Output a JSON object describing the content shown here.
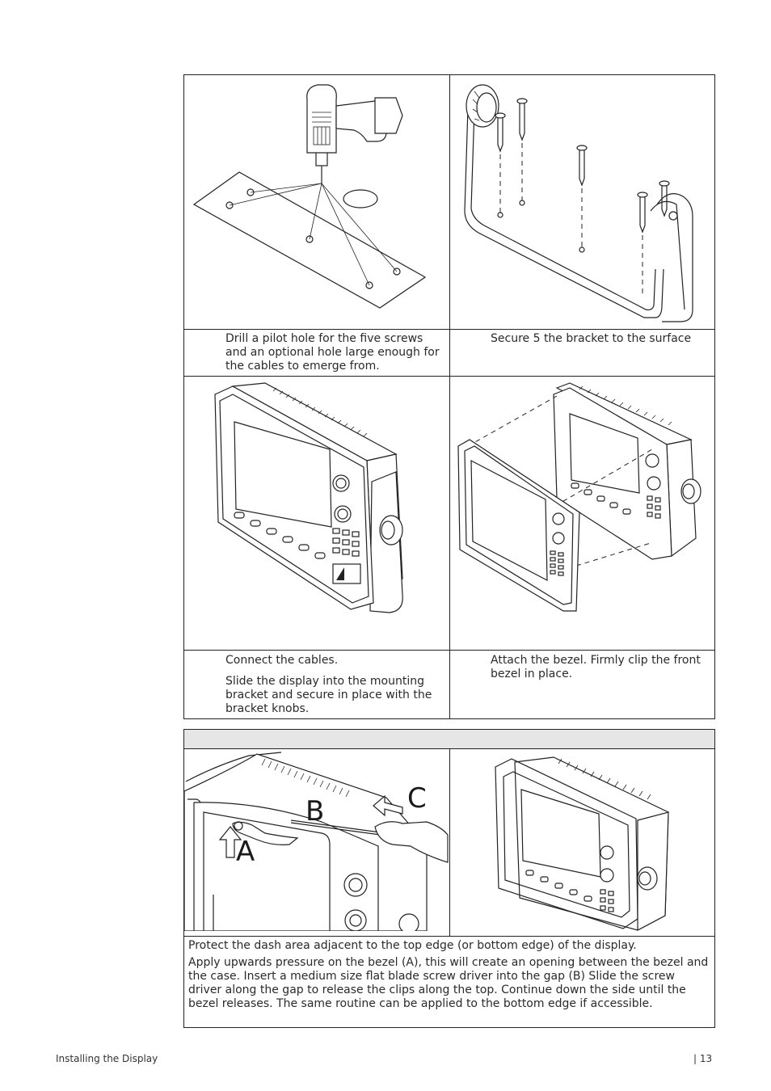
{
  "steps_table": {
    "cells": [
      {
        "caption": [
          "Drill a pilot hole for the five screws and an optional hole large enough for the cables to emerge from."
        ],
        "illustration": "drill-surface-illustration"
      },
      {
        "caption": [
          "Secure 5 the bracket to the surface"
        ],
        "illustration": "bracket-screws-illustration"
      },
      {
        "caption": [
          "Connect the cables.",
          "Slide the display into the mounting bracket and secure in place with the bracket knobs."
        ],
        "illustration": "display-in-bracket-illustration"
      },
      {
        "caption": [
          "Attach the bezel. Firmly clip the front bezel in place."
        ],
        "illustration": "attach-bezel-illustration"
      }
    ]
  },
  "removal_table": {
    "header": "",
    "labels": {
      "a": "A",
      "b": "B",
      "c": "C"
    },
    "caption": [
      "Protect the dash area adjacent to the top edge (or bottom edge) of the display.",
      "Apply upwards pressure on the bezel (A), this will create an opening between the bezel and the case. Insert a medium size flat blade screw driver into the gap (B) Slide the screw driver along the gap to release the clips along the top. Continue down the side until the bezel releases. The same routine can be applied to the bottom edge if accessible."
    ]
  },
  "footer": {
    "section": "Installing the Display",
    "page": "| 13"
  }
}
